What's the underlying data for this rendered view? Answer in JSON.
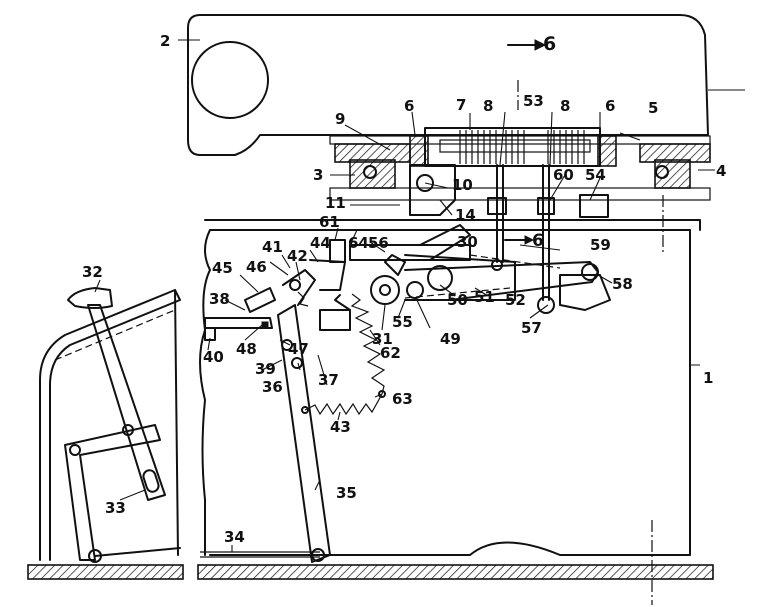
{
  "labels": {
    "l1": "1",
    "l2": "2",
    "l3": "3",
    "l4": "4",
    "l5": "5",
    "l6a": "6",
    "l6b": "6",
    "l7": "7",
    "l8a": "8",
    "l8b": "8",
    "l9": "9",
    "l10": "10",
    "l11": "11",
    "l14": "14",
    "l30": "30",
    "l31": "31",
    "l32": "32",
    "l33": "33",
    "l34": "34",
    "l35": "35",
    "l36": "36",
    "l37": "37",
    "l38": "38",
    "l39": "39",
    "l40": "40",
    "l41": "41",
    "l42": "42",
    "l43": "43",
    "l44": "44",
    "l45": "45",
    "l46": "46",
    "l47": "47",
    "l48": "48",
    "l49": "49",
    "l50": "50",
    "l51": "51",
    "l52": "52",
    "l53": "53",
    "l54": "54",
    "l55": "55",
    "l56": "56",
    "l57": "57",
    "l58": "58",
    "l59": "59",
    "l60": "60",
    "l61": "61",
    "l62": "62",
    "l63": "63",
    "l64": "64"
  },
  "section_marks": {
    "top": "6",
    "mid": "6"
  }
}
